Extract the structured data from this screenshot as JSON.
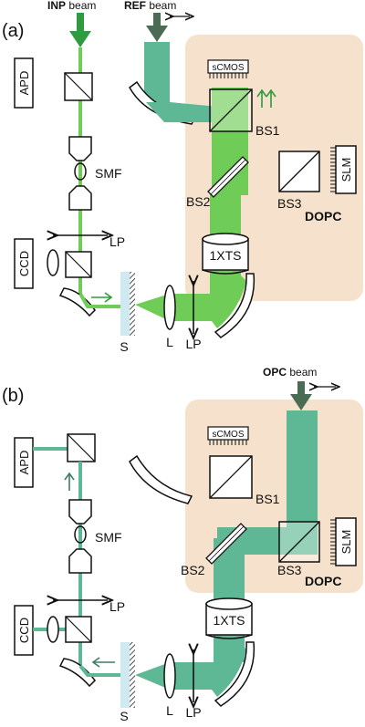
{
  "panel_a": {
    "letter": "(a)",
    "inp_beam": {
      "bold": "INP",
      "rest": " beam"
    },
    "ref_beam": {
      "bold": "REF",
      "rest": " beam"
    },
    "apd": "APD",
    "smf": "SMF",
    "ccd": "CCD",
    "lp_top": "LP",
    "lp_bottom": "LP",
    "s": "S",
    "l": "L",
    "scmos": "sCMOS",
    "bs1": "BS1",
    "bs2": "BS2",
    "bs3": "BS3",
    "slm": "SLM",
    "dopc": "DOPC",
    "xts": "1XTS"
  },
  "panel_b": {
    "letter": "(b)",
    "opc_beam": {
      "bold": "OPC",
      "rest": " beam"
    },
    "apd": "APD",
    "smf": "SMF",
    "ccd": "CCD",
    "lp_top": "LP",
    "lp_bottom": "LP",
    "s": "S",
    "l": "L",
    "scmos": "sCMOS",
    "bs1": "BS1",
    "bs2": "BS2",
    "bs3": "BS3",
    "slm": "SLM",
    "dopc": "DOPC",
    "xts": "1XTS"
  },
  "colors": {
    "dopc_bg": "#f6e2cc",
    "green_beam": "#6fcc57",
    "green_dark": "#2f9b3e",
    "teal_beam": "#5fb895",
    "teal_dark": "#3f7d63",
    "ref_arrow": "#4a6b54"
  }
}
